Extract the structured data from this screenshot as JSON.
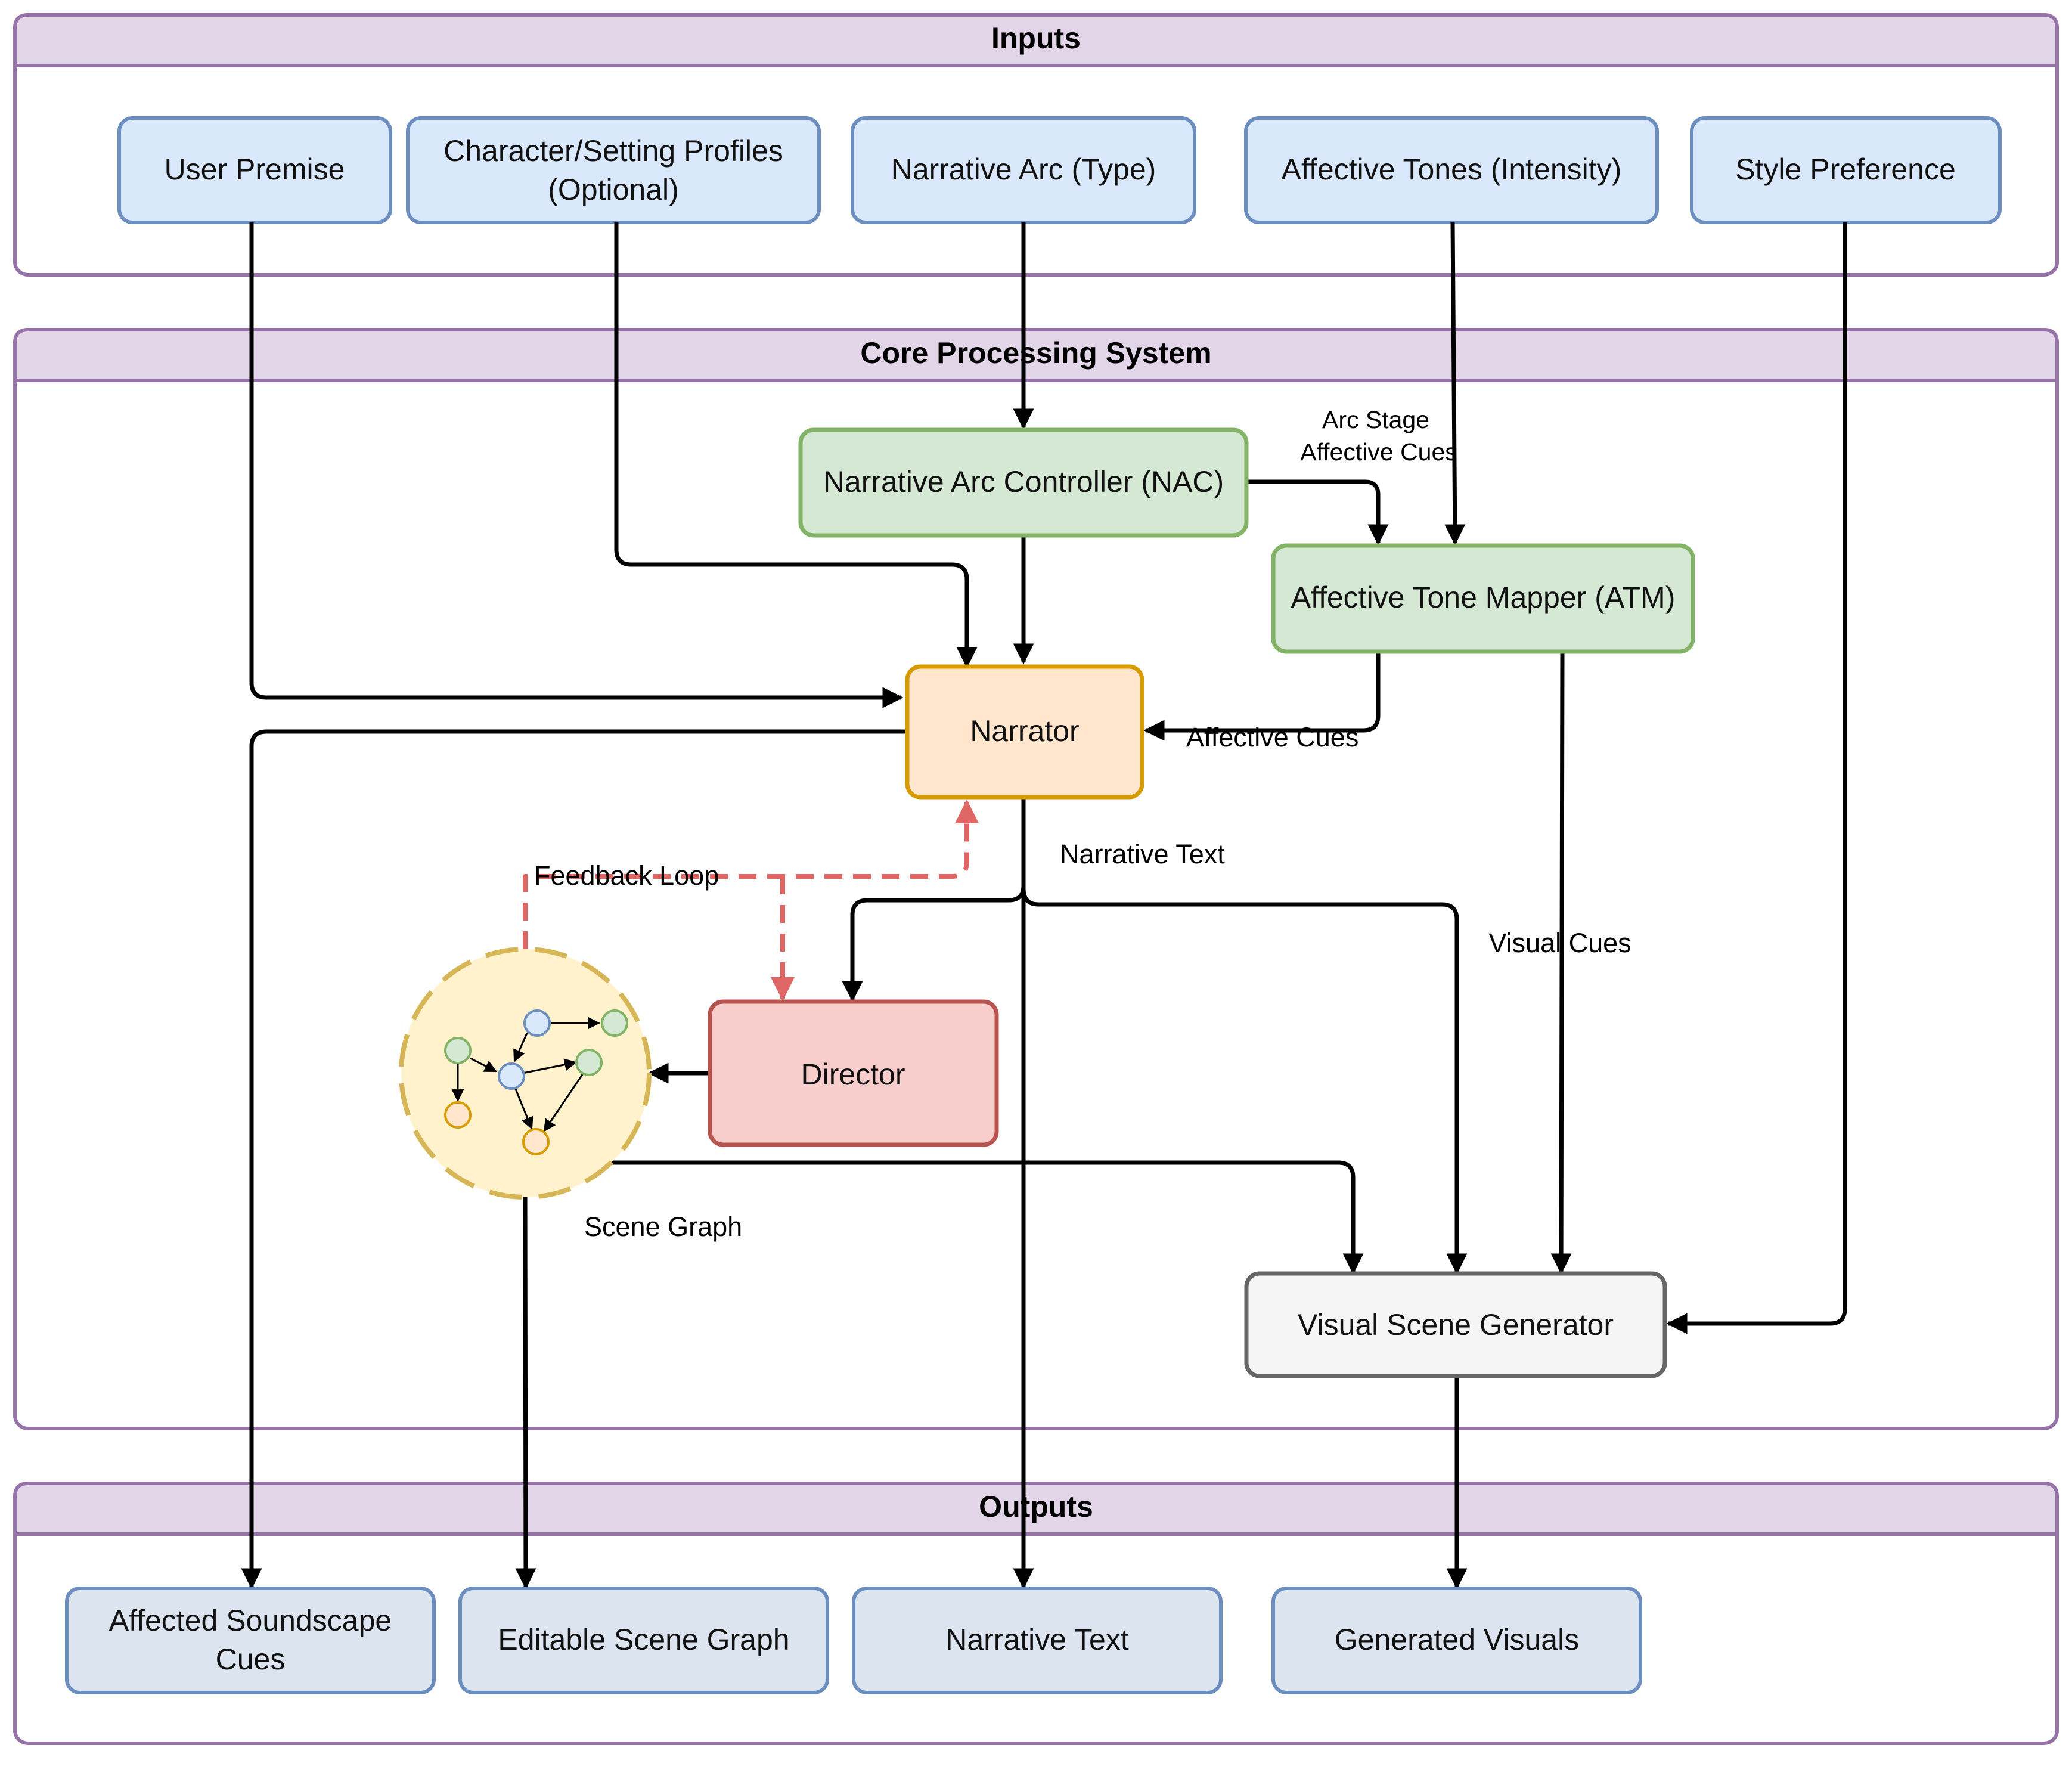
{
  "lanes": {
    "inputs": "Inputs",
    "core": "Core Processing System",
    "outputs": "Outputs"
  },
  "inputs": {
    "user_premise": "User Premise",
    "character_setting_1": "Character/Setting Profiles",
    "character_setting_2": "(Optional)",
    "narrative_arc": "Narrative Arc (Type)",
    "affective_tones": "Affective Tones (Intensity)",
    "style_preference": "Style Preference"
  },
  "core": {
    "nac": "Narrative Arc Controller (NAC)",
    "atm": "Affective Tone Mapper (ATM)",
    "narrator": "Narrator",
    "director": "Director",
    "visual_scene_generator": "Visual Scene Generator"
  },
  "outputs": {
    "soundscape_1": "Affected Soundscape",
    "soundscape_2": "Cues",
    "scene_graph": "Editable Scene Graph",
    "narrative_text": "Narrative Text",
    "generated_visuals": "Generated Visuals"
  },
  "edge_labels": {
    "arc_stage": "Arc Stage",
    "affective_cues_top": "Affective Cues",
    "affective_cues": "Affective Cues",
    "narrative_text": "Narrative Text",
    "feedback_loop": "Feedback Loop",
    "visual_cues": "Visual Cues",
    "scene_graph": "Scene Graph"
  },
  "colors": {
    "lane_stroke": "#9673a6",
    "lane_header": "#e1d5e7",
    "input_fill": "#dae8fc",
    "input_stroke": "#6c8ebf",
    "module_fill": "#d5e8d4",
    "module_stroke": "#82b366",
    "narrator_fill": "#ffe6cc",
    "narrator_stroke": "#d79b00",
    "director_fill": "#f8cecc",
    "director_stroke": "#b85450",
    "generator_fill": "#f5f5f5",
    "generator_stroke": "#666666",
    "output_fill": "#dbe4ef",
    "feedback": "#e06666",
    "scene_graph_fill": "#fff2cc",
    "scene_graph_stroke": "#d6b656"
  }
}
